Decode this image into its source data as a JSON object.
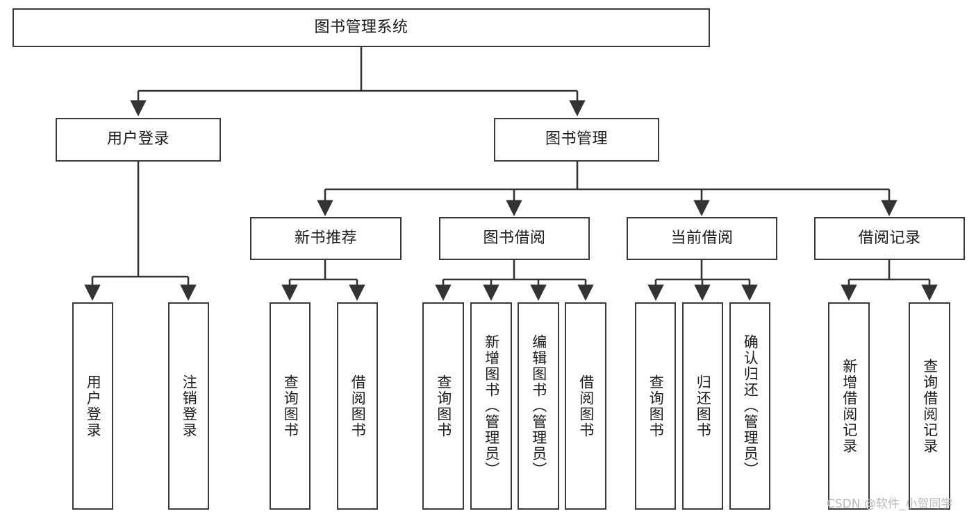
{
  "diagram": {
    "title": "图书管理系统",
    "type": "tree-hierarchy",
    "root": {
      "id": "root",
      "label": "图书管理系统",
      "orientation": "horizontal"
    },
    "level2": [
      {
        "id": "user-login",
        "label": "用户登录",
        "orientation": "horizontal"
      },
      {
        "id": "book-management",
        "label": "图书管理",
        "orientation": "horizontal"
      }
    ],
    "level3": [
      {
        "id": "new-book-recommend",
        "label": "新书推荐",
        "orientation": "horizontal",
        "parent": "book-management"
      },
      {
        "id": "book-borrow",
        "label": "图书借阅",
        "orientation": "horizontal",
        "parent": "book-management"
      },
      {
        "id": "current-borrow",
        "label": "当前借阅",
        "orientation": "horizontal",
        "parent": "book-management"
      },
      {
        "id": "borrow-record",
        "label": "借阅记录",
        "orientation": "horizontal",
        "parent": "book-management"
      }
    ],
    "leaves": [
      {
        "id": "leaf-user-login",
        "label": "用户登录",
        "orientation": "vertical",
        "parent": "user-login"
      },
      {
        "id": "leaf-logout",
        "label": "注销登录",
        "orientation": "vertical",
        "parent": "user-login"
      },
      {
        "id": "leaf-query-book-1",
        "label": "查询图书",
        "orientation": "vertical",
        "parent": "new-book-recommend"
      },
      {
        "id": "leaf-borrow-book-1",
        "label": "借阅图书",
        "orientation": "vertical",
        "parent": "new-book-recommend"
      },
      {
        "id": "leaf-query-book-2",
        "label": "查询图书",
        "orientation": "vertical",
        "parent": "book-borrow"
      },
      {
        "id": "leaf-add-book",
        "label": "新增图书（管理员）",
        "orientation": "vertical",
        "parent": "book-borrow"
      },
      {
        "id": "leaf-edit-book",
        "label": "编辑图书（管理员）",
        "orientation": "vertical",
        "parent": "book-borrow"
      },
      {
        "id": "leaf-borrow-book-2",
        "label": "借阅图书",
        "orientation": "vertical",
        "parent": "book-borrow"
      },
      {
        "id": "leaf-query-book-3",
        "label": "查询图书",
        "orientation": "vertical",
        "parent": "current-borrow"
      },
      {
        "id": "leaf-return-book",
        "label": "归还图书",
        "orientation": "vertical",
        "parent": "current-borrow"
      },
      {
        "id": "leaf-confirm-return",
        "label": "确认归还（管理员）",
        "orientation": "vertical",
        "parent": "current-borrow"
      },
      {
        "id": "leaf-add-record",
        "label": "新增借阅记录",
        "orientation": "vertical",
        "parent": "borrow-record"
      },
      {
        "id": "leaf-query-record",
        "label": "查询借阅记录",
        "orientation": "vertical",
        "parent": "borrow-record"
      }
    ],
    "colors": {
      "box_border": "#3a3a3a",
      "box_fill": "#ffffff",
      "connector": "#333333",
      "text": "#1b1b1b",
      "watermark": "#b9b9b9",
      "background": "#ffffff"
    }
  },
  "watermark": {
    "text": "CSDN @软件_小贺同学"
  }
}
